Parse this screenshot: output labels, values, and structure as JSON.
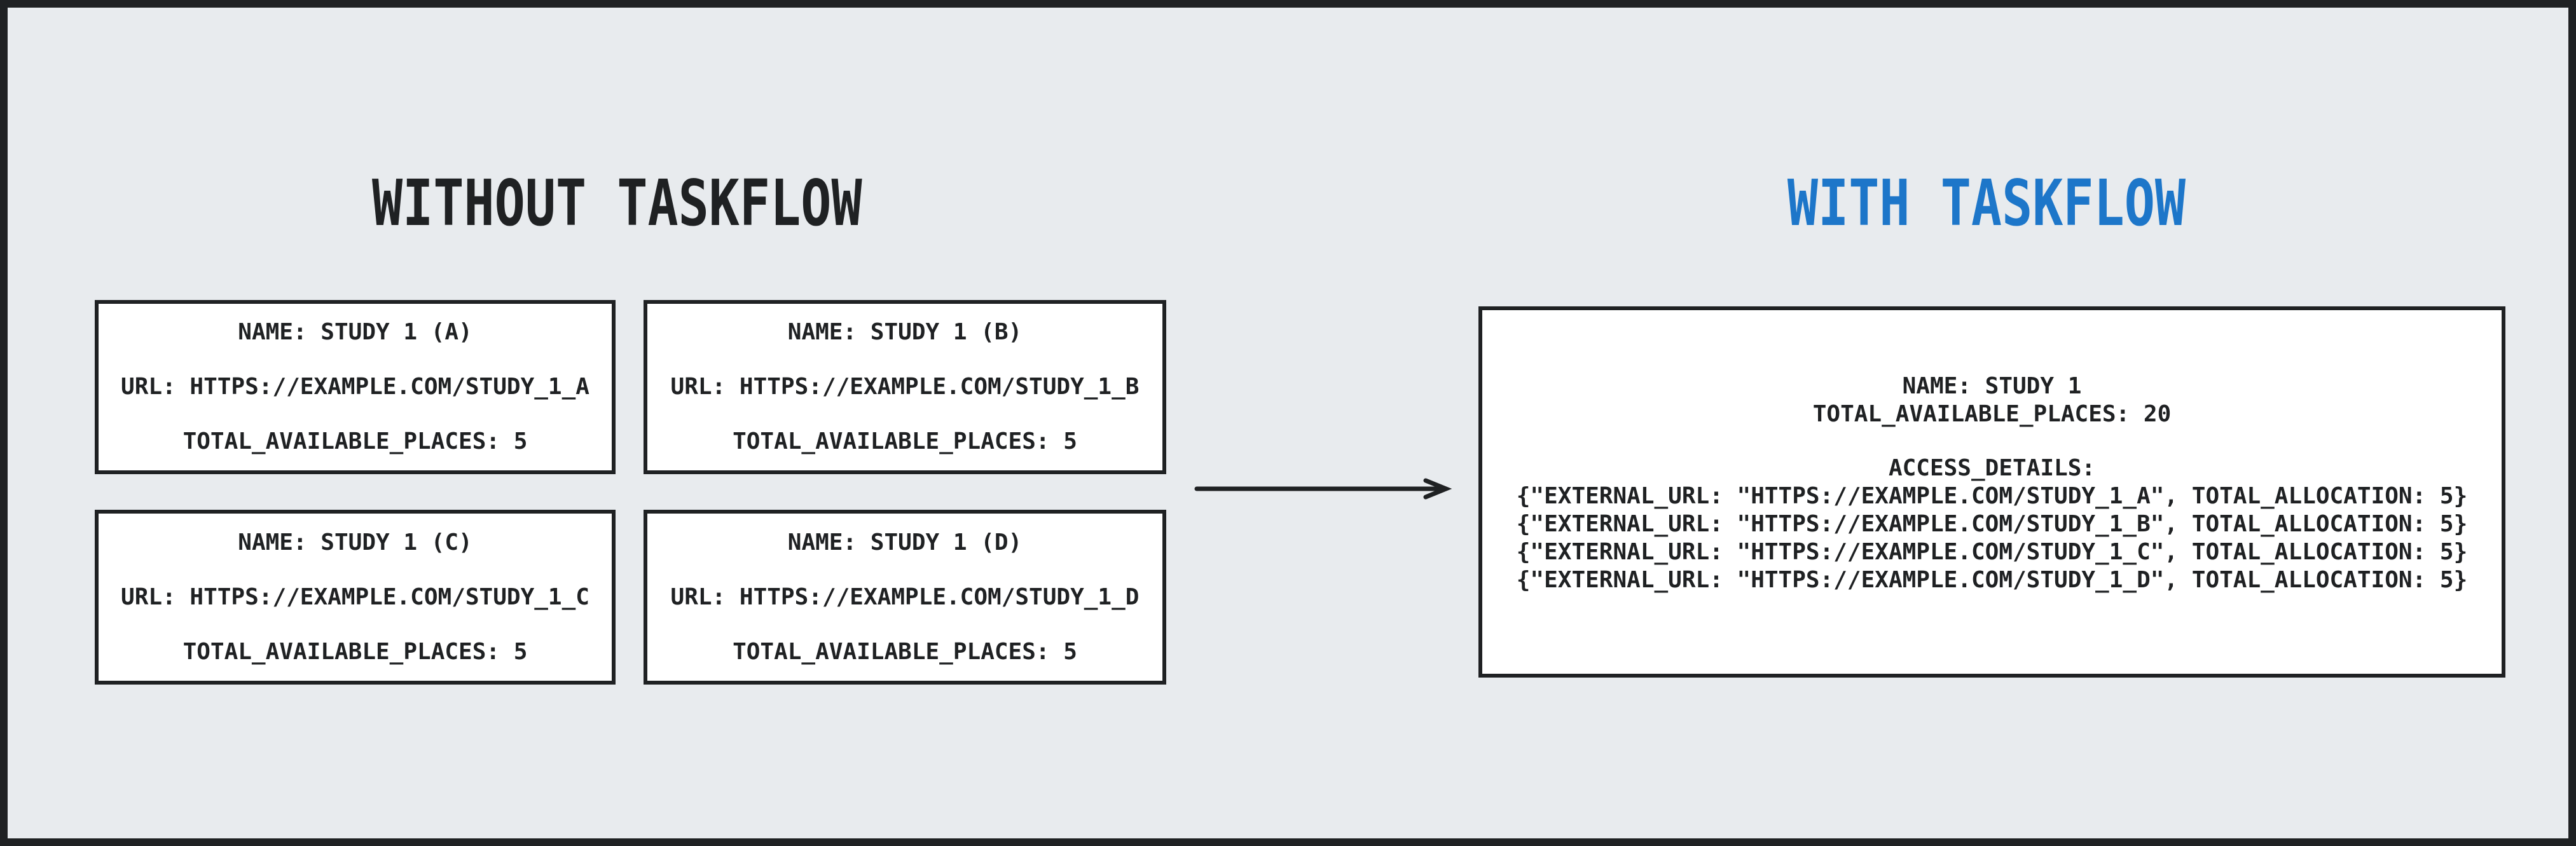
{
  "diagram": {
    "left_title": "WITHOUT TASKFLOW",
    "right_title": "WITH TASKFLOW"
  },
  "colors": {
    "background": "#e8ebee",
    "box_background": "#ffffff",
    "ink": "#1f2123",
    "accent_blue": "#1d76c9"
  },
  "study_boxes": [
    {
      "name_line": "NAME: STUDY 1 (A)",
      "url_line": "URL: HTTPS://EXAMPLE.COM/STUDY_1_A",
      "places_line": "TOTAL_AVAILABLE_PLACES: 5"
    },
    {
      "name_line": "NAME: STUDY 1 (B)",
      "url_line": "URL: HTTPS://EXAMPLE.COM/STUDY_1_B",
      "places_line": "TOTAL_AVAILABLE_PLACES: 5"
    },
    {
      "name_line": "NAME: STUDY 1 (C)",
      "url_line": "URL: HTTPS://EXAMPLE.COM/STUDY_1_C",
      "places_line": "TOTAL_AVAILABLE_PLACES: 5"
    },
    {
      "name_line": "NAME: STUDY 1 (D)",
      "url_line": "URL: HTTPS://EXAMPLE.COM/STUDY_1_D",
      "places_line": "TOTAL_AVAILABLE_PLACES: 5"
    }
  ],
  "taskflow_box": {
    "name_line": "NAME: STUDY 1",
    "places_line": "TOTAL_AVAILABLE_PLACES: 20",
    "access_details_label": "ACCESS_DETAILS:",
    "allocations": [
      "{\"EXTERNAL_URL: \"HTTPS://EXAMPLE.COM/STUDY_1_A\", TOTAL_ALLOCATION: 5}",
      "{\"EXTERNAL_URL: \"HTTPS://EXAMPLE.COM/STUDY_1_B\", TOTAL_ALLOCATION: 5}",
      "{\"EXTERNAL_URL: \"HTTPS://EXAMPLE.COM/STUDY_1_C\", TOTAL_ALLOCATION: 5}",
      "{\"EXTERNAL_URL: \"HTTPS://EXAMPLE.COM/STUDY_1_D\", TOTAL_ALLOCATION: 5}"
    ]
  }
}
